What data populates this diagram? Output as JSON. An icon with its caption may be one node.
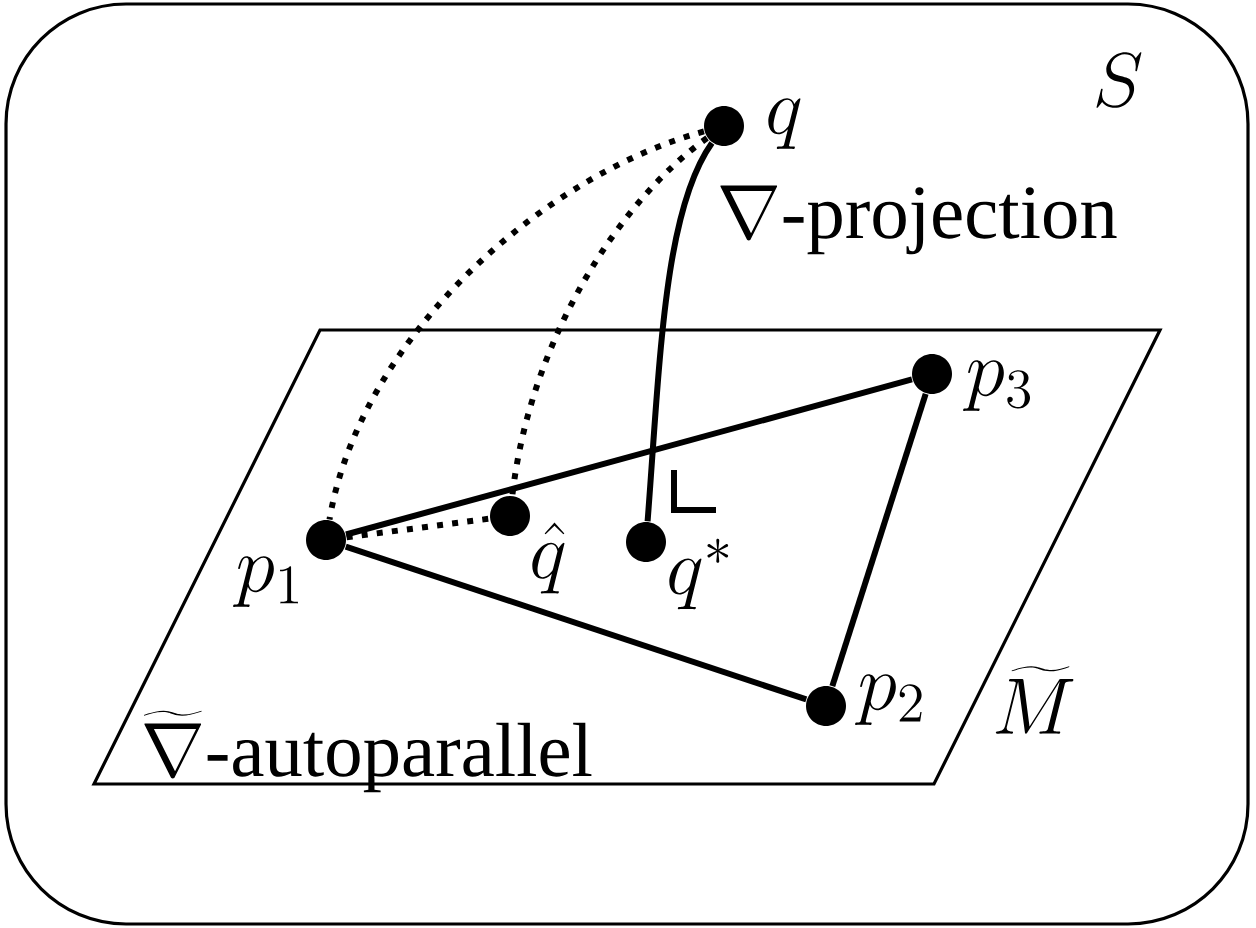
{
  "diagram": {
    "nodes": [
      {
        "text": [
          "S"
        ]
      },
      {
        "text": [],
        "shape": "circle",
        "in": 0,
        "beside": [
          "q"
        ]
      },
      {
        "text": [
          "\\widetilde{\\nabla}\\mbox{-autoparallel}"
        ],
        "in": 0,
        "beside": [
          "\\widetilde{M}"
        ]
      },
      {
        "text": [],
        "shape": "circle",
        "in": 2,
        "beside": [
          "p_3"
        ]
      },
      {
        "text": [],
        "shape": "circle",
        "in": 2,
        "beside": [
          "p_1"
        ]
      },
      {
        "text": [],
        "shape": "circle",
        "in": 2,
        "beside": [
          "\\hat{q}"
        ]
      },
      {
        "text": [],
        "shape": "circle",
        "in": 2,
        "beside": [
          "q^*"
        ]
      },
      {
        "text": [],
        "shape": "circle",
        "in": 2,
        "beside": [
          "p_2"
        ]
      }
    ],
    "edges": [
      {
        "from": 1,
        "to": 6,
        "arrow": "none",
        "label": "\\nabla\\mbox{-projection}"
      },
      {
        "from": 1,
        "to": 4,
        "arrow": "none",
        "style": "dashed"
      },
      {
        "from": 1,
        "to": 5,
        "arrow": "none",
        "style": "dashed"
      },
      {
        "from": 4,
        "to": 5,
        "arrow": "none",
        "style": "dashed"
      },
      {
        "from": 4,
        "to": 3,
        "arrow": "none"
      },
      {
        "from": 3,
        "to": 7,
        "arrow": "none"
      },
      {
        "from": 7,
        "to": 4,
        "arrow": "none"
      }
    ]
  }
}
